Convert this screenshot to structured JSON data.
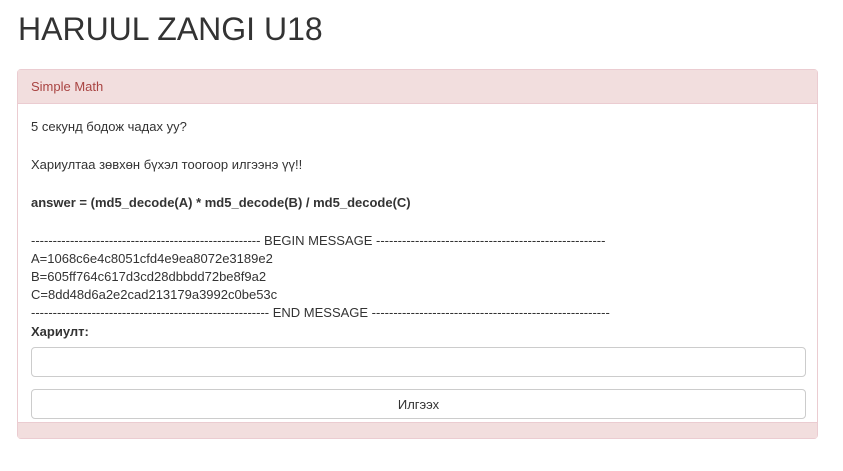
{
  "page_title": "HARUUL ZANGI U18",
  "panel": {
    "heading": "Simple Math",
    "question": "5 секунд бодож чадах уу?",
    "instruction": "Хариултаа зөвхөн бүхэл тоогоор илгээнэ үү!!",
    "formula": "answer = (md5_decode(A) * md5_decode(B) / md5_decode(C)",
    "begin_line": "----------------------------------------------------- BEGIN MESSAGE -----------------------------------------------------",
    "lines": [
      "A=1068c6e4c8051cfd4e9ea8072e3189e2",
      "B=605ff764c617d3cd28dbbdd72be8f9a2",
      "C=8dd48d6a2e2cad213179a3992c0be53c"
    ],
    "end_line": "------------------------------------------------------- END MESSAGE -------------------------------------------------------",
    "answer_label": "Хариулт:",
    "answer_value": "",
    "submit_label": "Илгээх"
  }
}
